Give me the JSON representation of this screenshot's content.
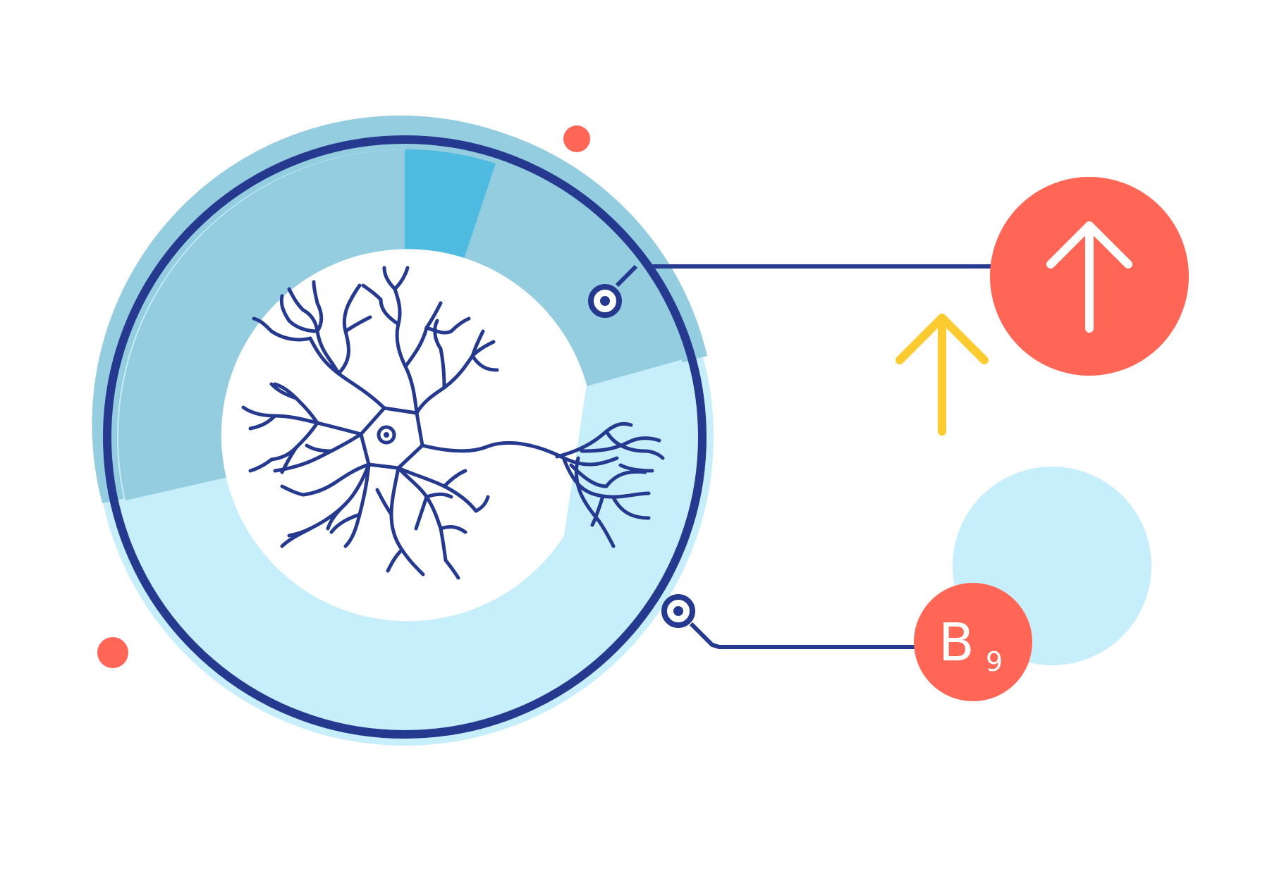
{
  "vitamin_badge": {
    "letter": "B",
    "number": "9"
  },
  "colors": {
    "navy": "#253a8e",
    "coral": "#ff6655",
    "yellow": "#fbcb30",
    "sky": "#4fbbe0",
    "light_blue": "#94cce0",
    "pale_blue": "#c7eefb",
    "white": "#ffffff"
  },
  "icons": {
    "center": "neuron-icon",
    "red_circle": "arrow-up-icon",
    "standalone": "arrow-up-icon",
    "badge": "vitamin-b9-badge"
  }
}
